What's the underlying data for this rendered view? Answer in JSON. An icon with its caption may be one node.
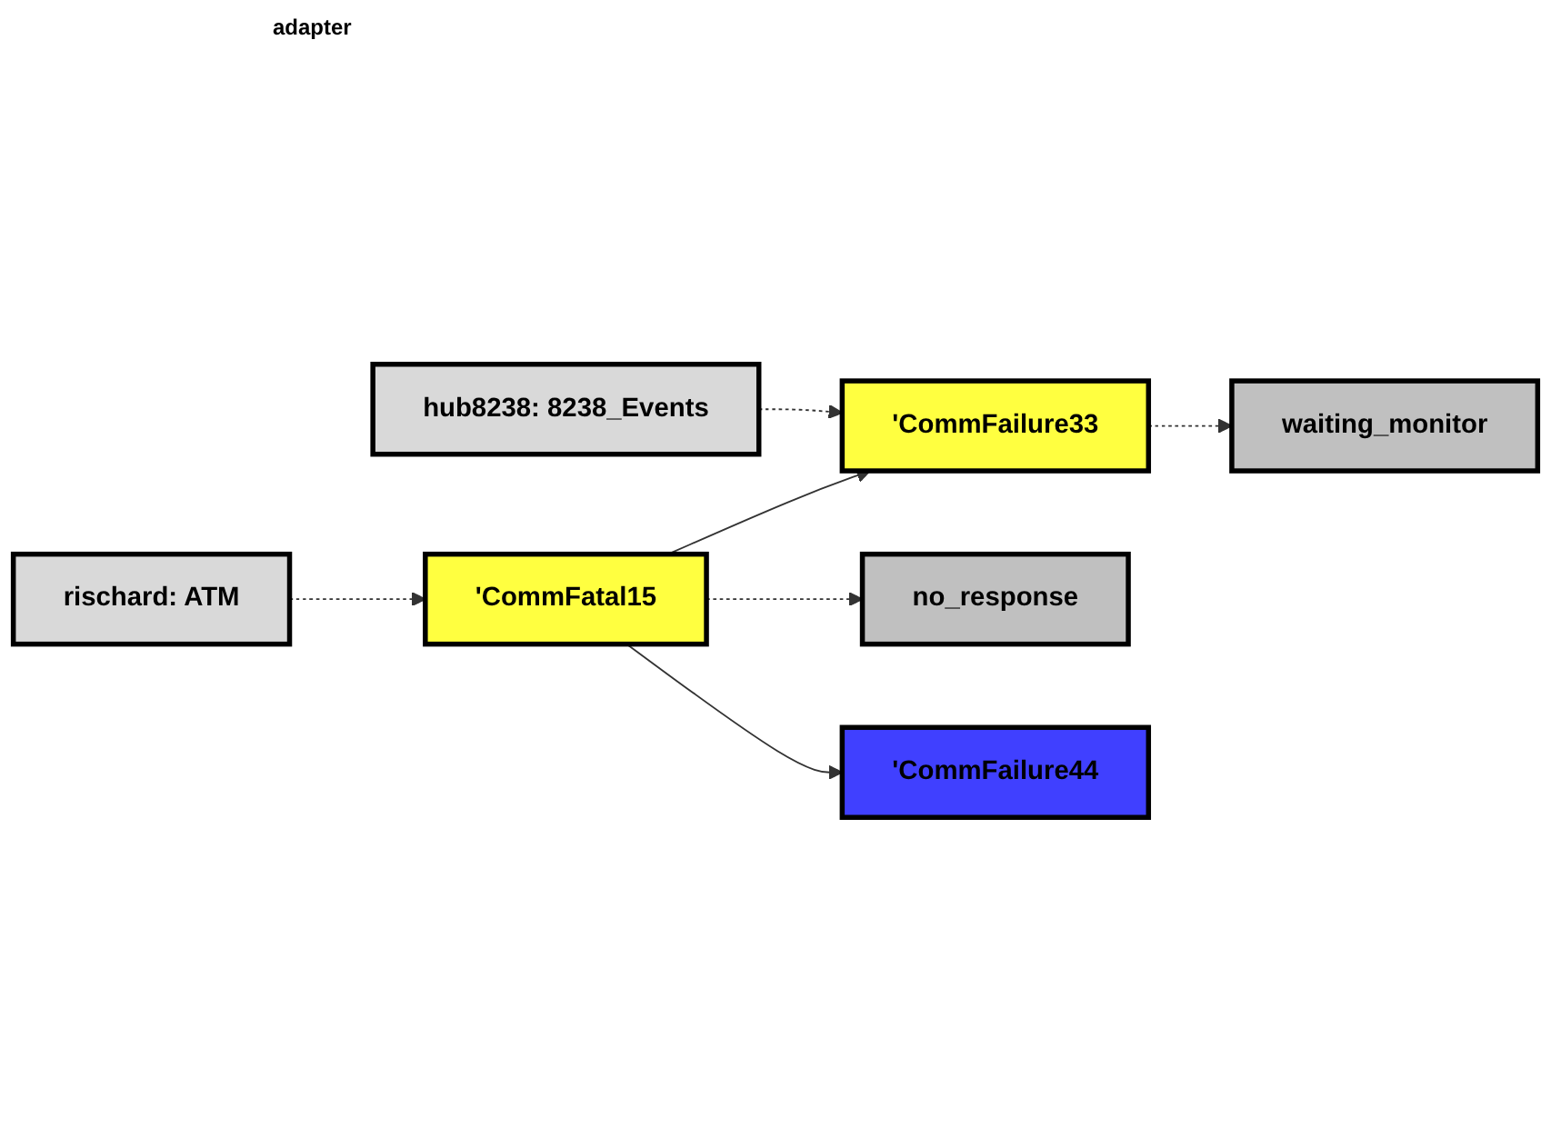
{
  "diagram": {
    "nodes": [
      {
        "text": [
          "hub8238: 8238_Events"
        ]
      },
      {
        "text": [
          "'CommFailure33"
        ]
      },
      {
        "text": [
          "waiting_monitor"
        ]
      },
      {
        "text": [
          "'CommFatal15"
        ]
      },
      {
        "text": [
          "no_response"
        ]
      },
      {
        "text": [
          "rischard: ATM"
        ]
      },
      {
        "text": [
          "'CommFailure44"
        ]
      }
    ],
    "edges": [
      {
        "from": 0,
        "to": 1,
        "arrow": "to",
        "style": "dashed"
      },
      {
        "from": 3,
        "to": 1,
        "arrow": "to"
      },
      {
        "from": 1,
        "to": 2,
        "arrow": "to",
        "style": "dashed"
      },
      {
        "from": 5,
        "to": 3,
        "arrow": "to",
        "style": "dashed"
      },
      {
        "from": 3,
        "to": 4,
        "arrow": "to",
        "style": "dashed"
      },
      {
        "from": 3,
        "to": 6,
        "arrow": "to"
      }
    ],
    "labels": [
      "adapter"
    ]
  }
}
